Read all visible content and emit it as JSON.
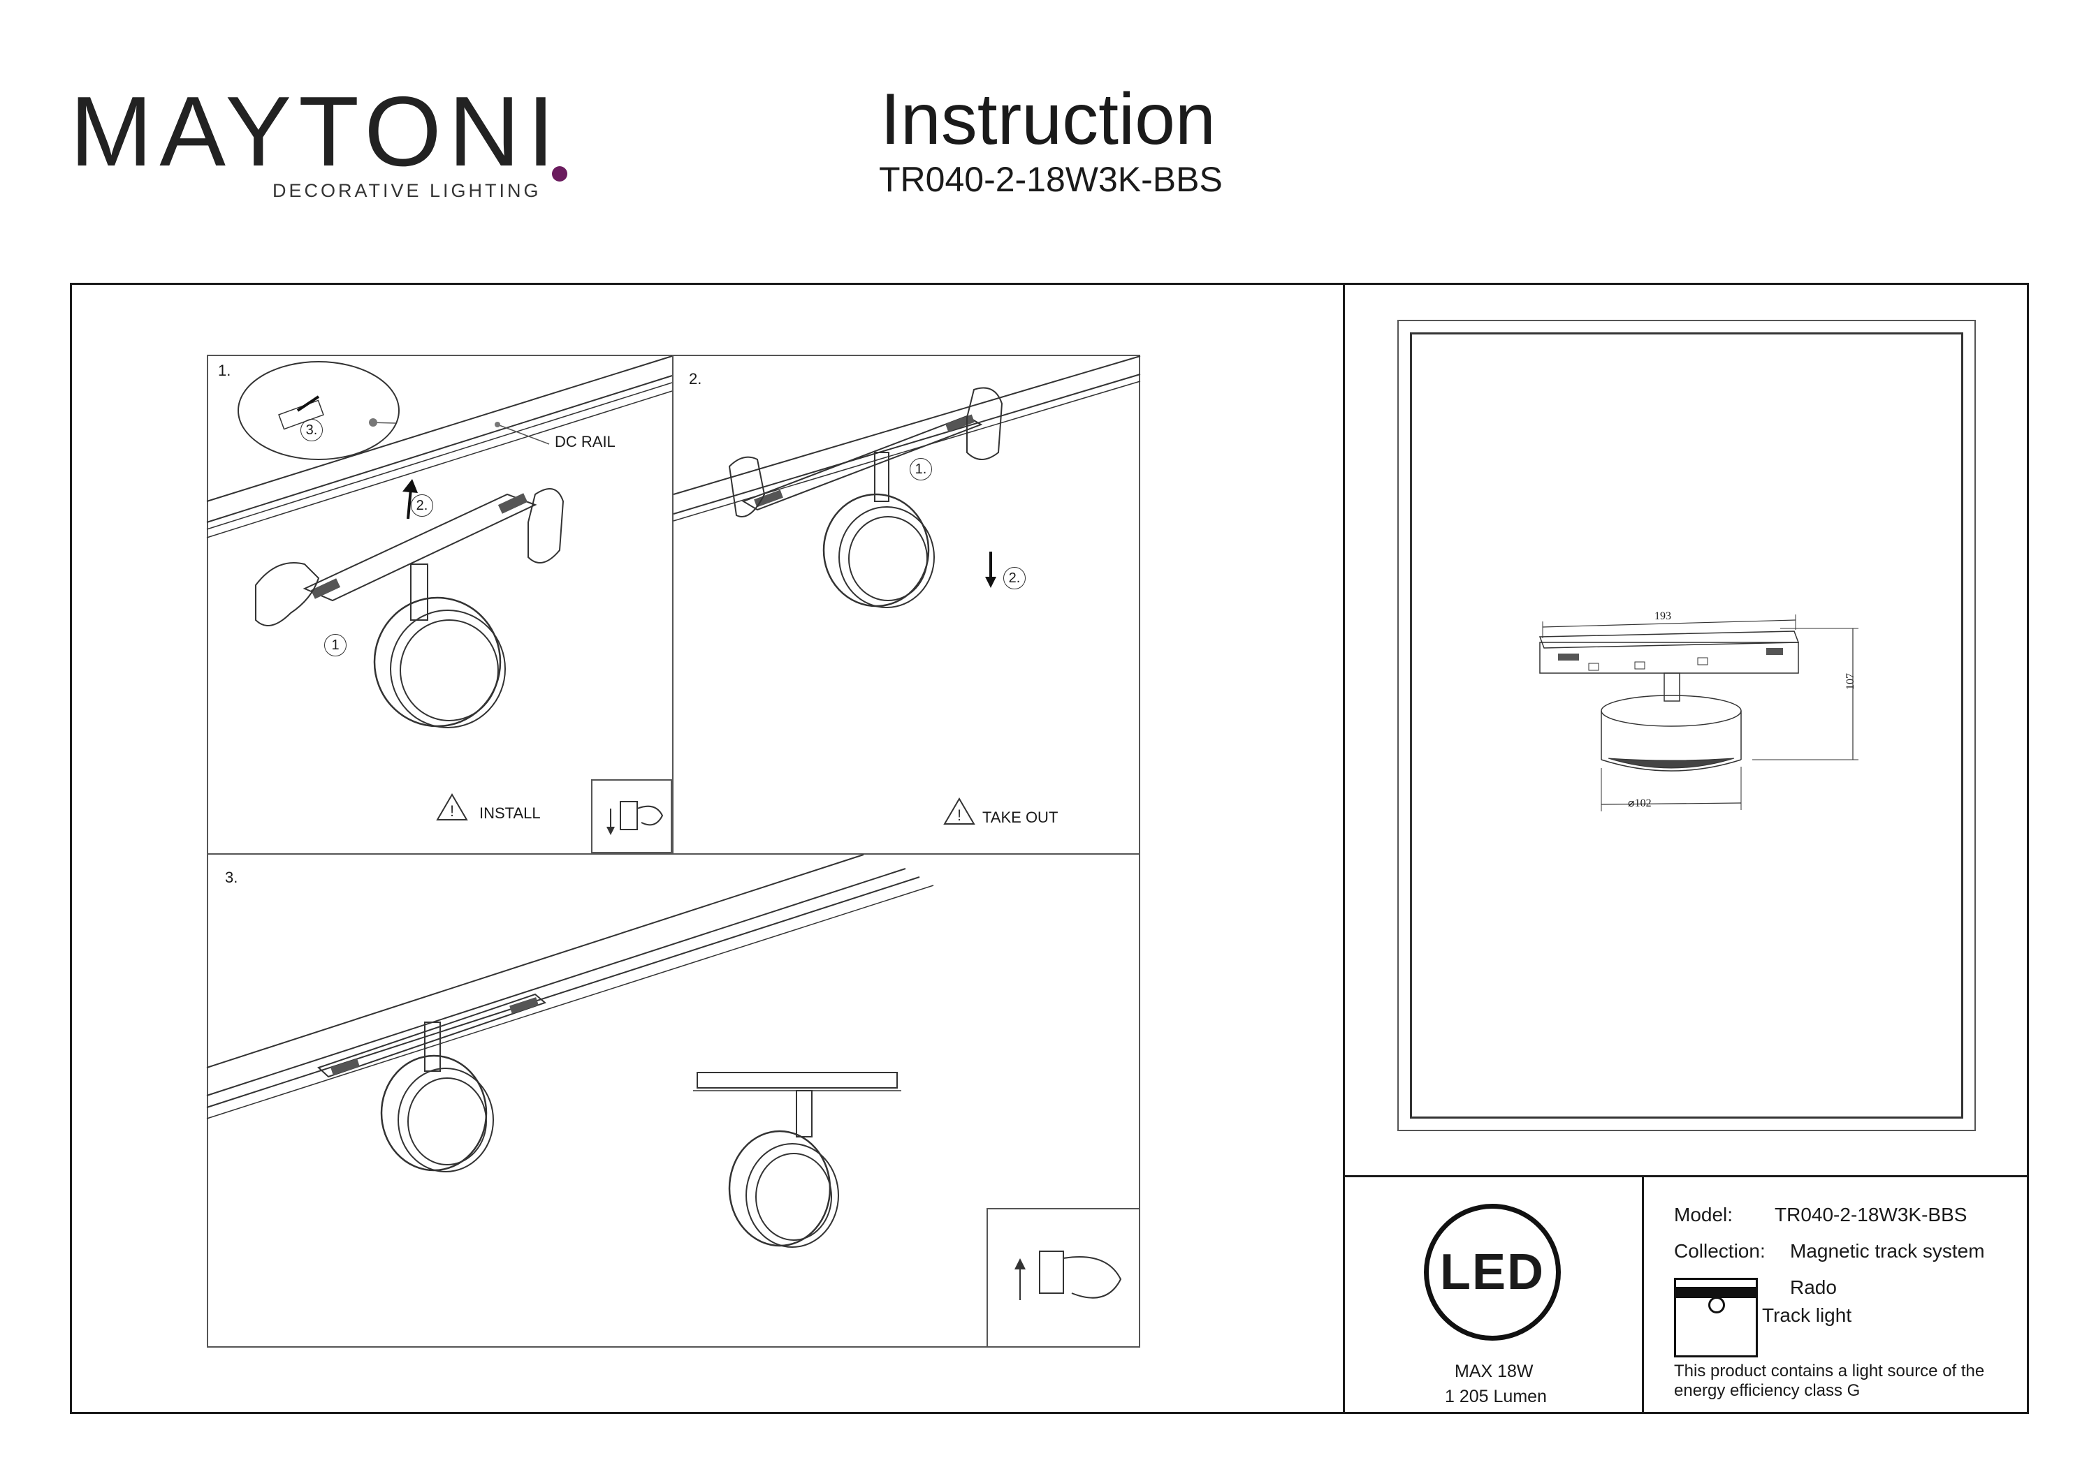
{
  "brand": {
    "name": "MAYTONI",
    "tagline": "DECORATIVE LIGHTING",
    "accent_color": "#6b1c5e"
  },
  "header": {
    "title": "Instruction",
    "model_code": "TR040-2-18W3K-BBS"
  },
  "steps": {
    "step1": {
      "number": "1.",
      "rail_label": "DC RAIL",
      "callout_1": "1",
      "callout_2": "2.",
      "callout_3": "3.",
      "warning_icon": "warning-triangle-icon",
      "action": "INSTALL"
    },
    "step2": {
      "number": "2.",
      "callout_1": "1.",
      "callout_2": "2.",
      "warning_icon": "warning-triangle-icon",
      "action": "TAKE OUT"
    },
    "step3": {
      "number": "3."
    }
  },
  "drawing": {
    "width_mm": "193",
    "height_mm": "107",
    "diameter_mm": "⌀102"
  },
  "specs": {
    "led_badge": "LED",
    "power": "MAX 18W",
    "lumen": "1 205 Lumen",
    "model_label": "Model:",
    "model_value": "TR040-2-18W3K-BBS",
    "collection_label": "Collection:",
    "collection_value": "Magnetic track system",
    "series": "Rado",
    "type": "Track light",
    "energy_note_line1": "This product contains a light source of the",
    "energy_note_line2": "energy efficiency class G"
  }
}
